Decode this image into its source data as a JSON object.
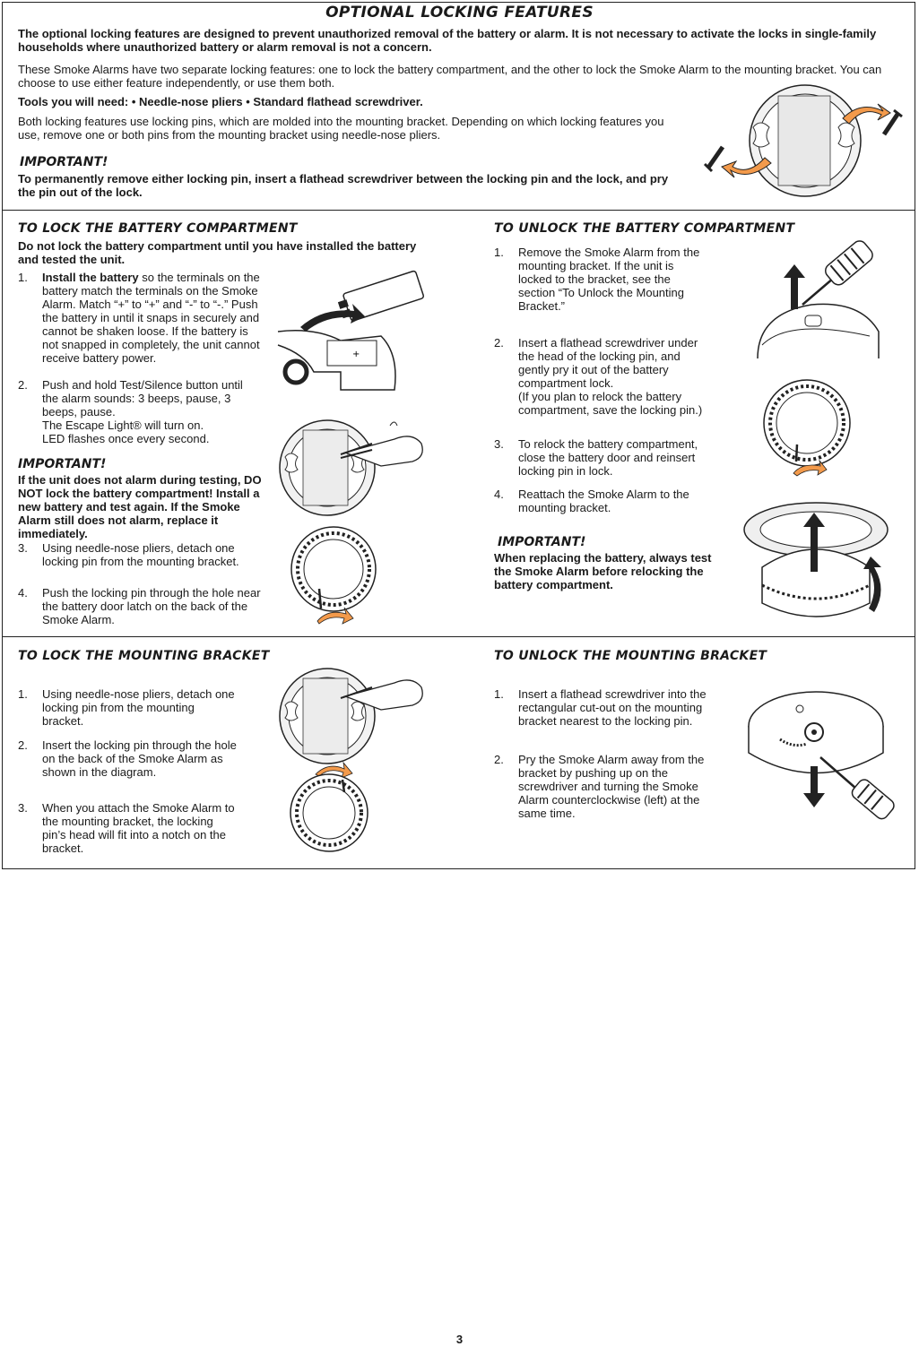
{
  "header": {
    "title": "OPTIONAL LOCKING FEATURES",
    "intro_bold": "The optional locking features are designed to prevent unauthorized removal of the battery or alarm. It is not necessary to activate the locks in single-family households where unauthorized battery or alarm removal is not a concern.",
    "intro": "These Smoke Alarms have two separate locking features: one to lock the battery compartment, and the other to lock the Smoke Alarm to the mounting bracket. You can choose to use either feature independently, or use them both.",
    "tools": "Tools you will need:  • Needle-nose pliers  • Standard flathead screwdriver.",
    "pins": "Both locking features use locking pins, which are molded into the mounting bracket. Depending on which locking features you use, remove one or both pins from the mounting bracket using needle-nose pliers.",
    "important_label": "IMPORTANT!",
    "important_text": "To permanently remove either locking pin, insert a flathead screwdriver between the locking pin and the lock, and pry the pin out of the lock."
  },
  "lock_battery": {
    "heading": "TO LOCK THE BATTERY COMPARTMENT",
    "lead": "Do not lock the battery compartment until you have installed the battery and tested the unit.",
    "step1_num": "1.",
    "step1_bold": "Install the battery",
    "step1_rest": " so the terminals on the battery match the terminals on the Smoke Alarm. Match “+” to “+” and “-” to “-.” Push the battery in until it snaps in securely and cannot be shaken loose. If the battery is not snapped in completely, the unit cannot receive battery power.",
    "step2_num": "2.",
    "step2": "Push and hold Test/Silence button until the alarm sounds: 3 beeps, pause, 3 beeps, pause.",
    "step2_b": "The Escape Light® will turn on.",
    "step2_c": "LED flashes once every second.",
    "important_label": "IMPORTANT!",
    "important_text": "If the unit does not alarm during testing, DO NOT lock the battery compartment! Install a new battery and test again. If the Smoke Alarm still does not alarm, replace it immediately.",
    "step3_num": "3.",
    "step3": "Using needle-nose pliers, detach one locking pin from the mounting bracket.",
    "step4_num": "4.",
    "step4": "Push the locking pin through the hole near the battery door latch on the back of the Smoke Alarm."
  },
  "unlock_battery": {
    "heading": "TO UNLOCK THE BATTERY COMPARTMENT",
    "step1_num": "1.",
    "step1": "Remove the Smoke Alarm from the mounting bracket. If the unit is locked to the bracket, see the section “To Unlock the Mounting Bracket.”",
    "step2_num": "2.",
    "step2": "Insert a flathead screwdriver under the head of the locking pin, and gently pry it out of the battery compartment lock.",
    "step2_b": "(If you plan to relock the battery compartment, save the locking pin.)",
    "step3_num": "3.",
    "step3": "To relock the battery compartment, close the battery door and reinsert locking pin in lock.",
    "step4_num": "4.",
    "step4": "Reattach the Smoke Alarm to the mounting bracket.",
    "important_label": "IMPORTANT!",
    "important_text": "When replacing the battery, always test the Smoke Alarm before relocking the battery compartment."
  },
  "lock_bracket": {
    "heading": "TO LOCK THE MOUNTING BRACKET",
    "step1_num": "1.",
    "step1": "Using needle-nose pliers, detach one locking pin from the mounting bracket.",
    "step2_num": "2.",
    "step2": "Insert the locking pin through the hole on the back of the Smoke Alarm as shown in the diagram.",
    "step3_num": "3.",
    "step3": "When you attach the Smoke Alarm to the mounting bracket, the locking pin’s head will fit into a notch on the bracket."
  },
  "unlock_bracket": {
    "heading": "TO UNLOCK THE MOUNTING BRACKET",
    "step1_num": "1.",
    "step1": "Insert a flathead screwdriver into the rectangular cut-out on the mounting bracket nearest to the locking pin.",
    "step2_num": "2.",
    "step2": "Pry the Smoke Alarm away from the bracket by pushing up on the screwdriver and turning the Smoke Alarm counterclockwise (left) at the same time."
  },
  "page_number": "3",
  "colors": {
    "arrow": "#f39a4b",
    "ink": "#1a1a1a"
  }
}
